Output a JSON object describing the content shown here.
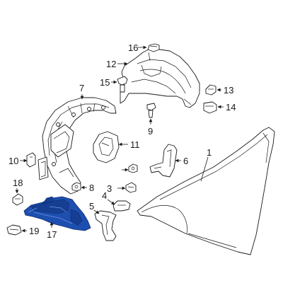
{
  "diagram": {
    "highlight_color": "#1d4fb0",
    "line_color": "#1a1a1a",
    "background": "#ffffff",
    "callouts": [
      {
        "id": "c1",
        "label": "1"
      },
      {
        "id": "c3",
        "label": "3"
      },
      {
        "id": "c4",
        "label": "4"
      },
      {
        "id": "c5",
        "label": "5"
      },
      {
        "id": "c6",
        "label": "6"
      },
      {
        "id": "c7",
        "label": "7"
      },
      {
        "id": "c8",
        "label": "8"
      },
      {
        "id": "c9",
        "label": "9"
      },
      {
        "id": "c10",
        "label": "10"
      },
      {
        "id": "c11",
        "label": "11"
      },
      {
        "id": "c12",
        "label": "12"
      },
      {
        "id": "c13",
        "label": "13"
      },
      {
        "id": "c14",
        "label": "14"
      },
      {
        "id": "c15",
        "label": "15"
      },
      {
        "id": "c16",
        "label": "16"
      },
      {
        "id": "c17",
        "label": "17"
      },
      {
        "id": "c18",
        "label": "18"
      },
      {
        "id": "c19",
        "label": "19"
      }
    ]
  }
}
